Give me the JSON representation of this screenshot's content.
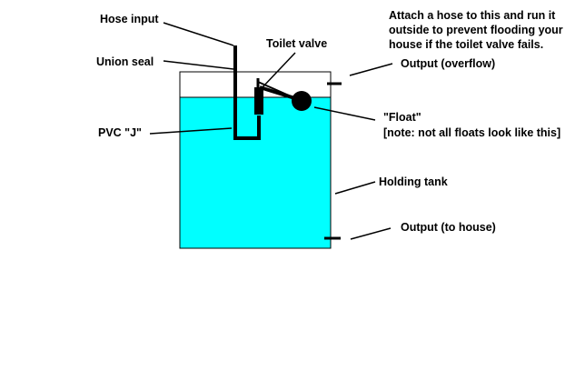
{
  "labels": {
    "hose_input": "Hose input",
    "toilet_valve": "Toilet valve",
    "union_seal": "Union seal",
    "note_line1": "Attach a hose to this and run it",
    "note_line2": "outside to prevent flooding your",
    "note_line3": "house if the toilet valve fails.",
    "output_overflow": "Output (overflow)",
    "pvc_j": "PVC \"J\"",
    "float": "\"Float\"",
    "float_note": "[note: not all floats look like this]",
    "holding_tank": "Holding tank",
    "output_house": "Output (to house)"
  },
  "colors": {
    "water": "#00ffff",
    "ink": "#000000",
    "background": "#ffffff"
  }
}
